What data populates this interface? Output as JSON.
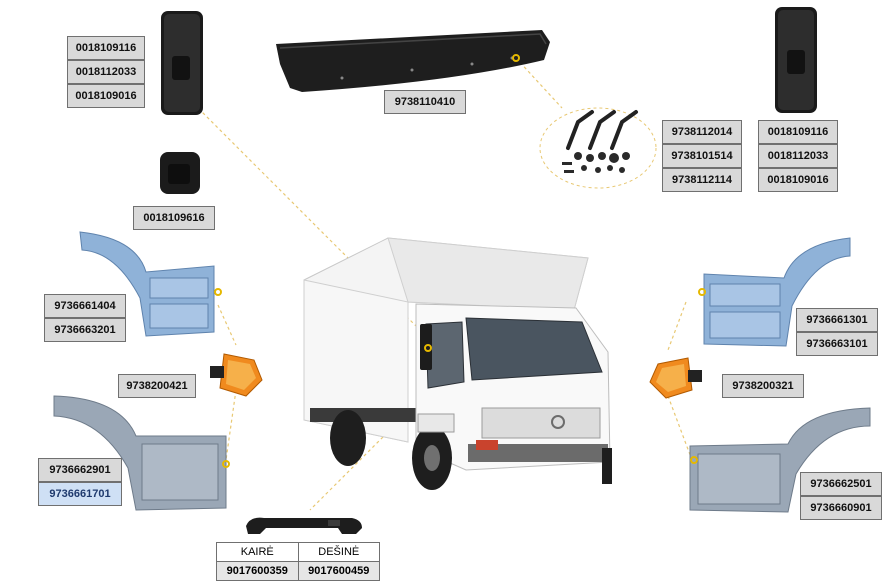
{
  "mirror_top_left": {
    "codes": [
      "0018109116",
      "0018112033",
      "0018109016"
    ]
  },
  "sun_visor": {
    "code": "9738110410"
  },
  "mirror_small": {
    "code": "0018109616"
  },
  "brackets": {
    "codes": [
      "9738112014",
      "9738101514",
      "9738112114"
    ]
  },
  "mirror_top_right": {
    "codes": [
      "0018109116",
      "0018112033",
      "0018109016"
    ]
  },
  "step_upper_left": {
    "codes": [
      "9736661404",
      "9736663201"
    ]
  },
  "step_upper_right": {
    "codes": [
      "9736661301",
      "9736663101"
    ]
  },
  "lamp_left": {
    "code": "9738200421"
  },
  "lamp_right": {
    "code": "9738200321"
  },
  "step_lower_left": {
    "codes": [
      "9736662901",
      "9736661701"
    ]
  },
  "step_lower_right": {
    "codes": [
      "9736662501",
      "9736660901"
    ]
  },
  "handle": {
    "headers": [
      "KAIRĖ",
      "DEŠINĖ"
    ],
    "codes": [
      "9017600359",
      "9017600459"
    ]
  },
  "colors": {
    "accent_marker": "#e5b800",
    "label_bg": "#d9d9d9",
    "part_blue": "#8fb2d8",
    "part_grey": "#9aa7b6"
  }
}
